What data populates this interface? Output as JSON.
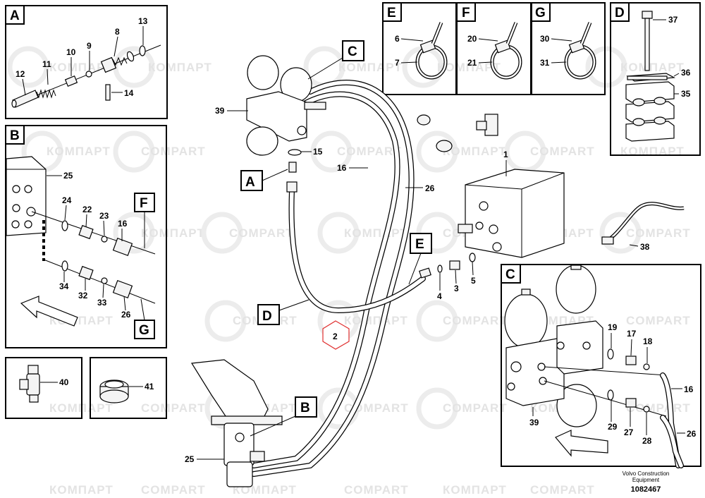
{
  "watermarks": [
    "КОМПАРТ",
    "COMPART"
  ],
  "inset_labels": {
    "A": "A",
    "B": "B",
    "C": "C",
    "D": "D",
    "E": "E",
    "F": "F",
    "G": "G"
  },
  "callouts": {
    "n1": "1",
    "n2": "2",
    "n3": "3",
    "n4": "4",
    "n5": "5",
    "n6": "6",
    "n7": "7",
    "n8": "8",
    "n9": "9",
    "n10": "10",
    "n11": "11",
    "n12": "12",
    "n13": "13",
    "n14": "14",
    "n15": "15",
    "n16": "16",
    "n17": "17",
    "n18": "18",
    "n19": "19",
    "n20": "20",
    "n21": "21",
    "n22": "22",
    "n23": "23",
    "n24": "24",
    "n25": "25",
    "n26": "26",
    "n27": "27",
    "n28": "28",
    "n29": "29",
    "n30": "30",
    "n31": "31",
    "n32": "32",
    "n33": "33",
    "n34": "34",
    "n35": "35",
    "n36": "36",
    "n37": "37",
    "n38": "38",
    "n39": "39",
    "n40": "40",
    "n41": "41"
  },
  "credit": {
    "line1": "Volvo Construction",
    "line2": "Equipment"
  },
  "doc_number": "1082467"
}
